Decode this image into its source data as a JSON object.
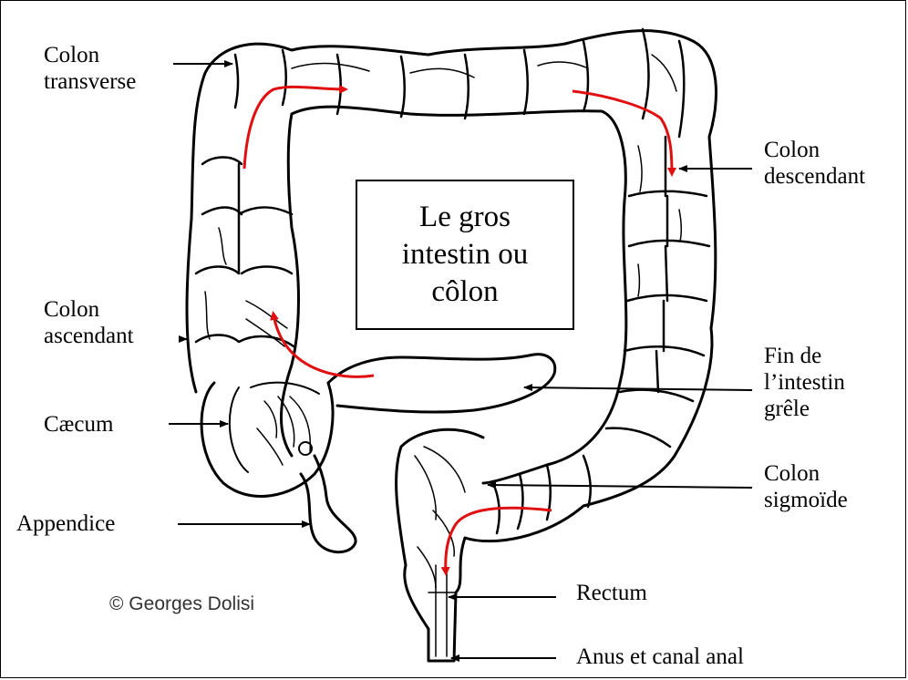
{
  "title_lines": [
    "Le gros",
    "intestin ou",
    "côlon"
  ],
  "labels": {
    "colon_transverse": [
      "Colon",
      "transverse"
    ],
    "colon_descendant": [
      "Colon",
      "descendant"
    ],
    "colon_ascendant": [
      "Colon",
      "ascendant"
    ],
    "fin_intestin_grele": [
      "Fin de",
      "l’intestin",
      "grêle"
    ],
    "caecum": [
      "Cæcum"
    ],
    "colon_sigmoide": [
      "Colon",
      "sigmoïde"
    ],
    "appendice": [
      "Appendice"
    ],
    "rectum": [
      "Rectum"
    ],
    "anus": [
      "Anus et canal anal"
    ]
  },
  "copyright": "© Georges Dolisi",
  "colors": {
    "outline": "#000000",
    "flow_arrow": "#e01010",
    "background": "#ffffff"
  }
}
